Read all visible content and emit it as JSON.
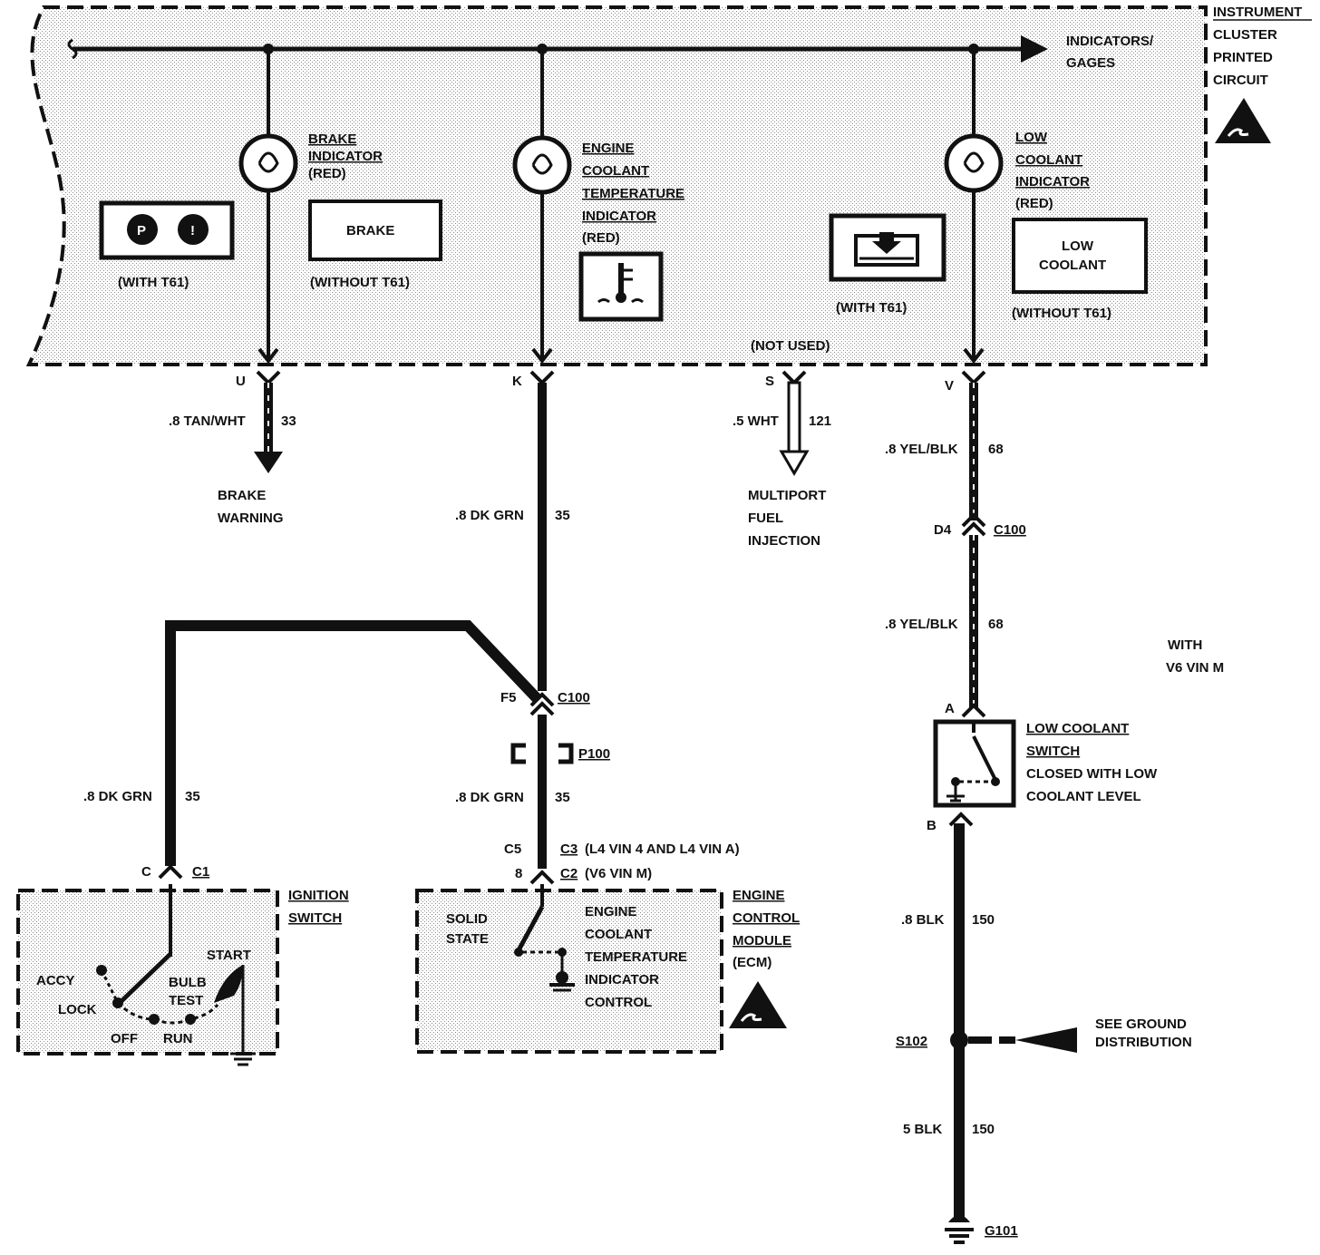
{
  "cluster": {
    "title_lines": [
      "INSTRUMENT",
      "CLUSTER",
      "PRINTED",
      "CIRCUIT"
    ],
    "bus_label_lines": [
      "INDICATORS/",
      "GAGES"
    ],
    "brake": {
      "name_lines": [
        "BRAKE",
        "INDICATOR"
      ],
      "color": "(RED)",
      "with_label": "(WITH T61)",
      "without_box": "BRAKE",
      "without_label": "(WITHOUT T61)"
    },
    "coolant_temp": {
      "name_lines": [
        "ENGINE",
        "COOLANT",
        "TEMPERATURE",
        "INDICATOR"
      ],
      "color": "(RED)"
    },
    "not_used": "(NOT USED)",
    "low_coolant": {
      "name_lines": [
        "LOW",
        "COOLANT",
        "INDICATOR"
      ],
      "color": "(RED)",
      "with_label": "(WITH T61)",
      "without_box_lines": [
        "LOW",
        "COOLANT"
      ],
      "without_label": "(WITHOUT T61)"
    }
  },
  "terminals": {
    "U": "U",
    "K": "K",
    "S": "S",
    "V": "V"
  },
  "wires": {
    "brake": {
      "gauge_color": ".8 TAN/WHT",
      "circuit": "33",
      "dest_lines": [
        "BRAKE",
        "WARNING"
      ]
    },
    "ect_upper": {
      "gauge_color": ".8 DK GRN",
      "circuit": "35"
    },
    "mfi": {
      "gauge_color": ".5 WHT",
      "circuit": "121",
      "dest_lines": [
        "MULTIPORT",
        "FUEL",
        "INJECTION"
      ]
    },
    "lc_upper": {
      "gauge_color": ".8 YEL/BLK",
      "circuit": "68"
    },
    "lc_lower": {
      "gauge_color": ".8 YEL/BLK",
      "circuit": "68"
    },
    "ign": {
      "gauge_color": ".8 DK GRN",
      "circuit": "35"
    },
    "ect_lower": {
      "gauge_color": ".8 DK GRN",
      "circuit": "35"
    },
    "gnd_upper": {
      "gauge_color": ".8 BLK",
      "circuit": "150"
    },
    "gnd_lower": {
      "gauge_color": "5 BLK",
      "circuit": "150"
    }
  },
  "connectors": {
    "d4": "D4",
    "c100_a": "C100",
    "f5": "F5",
    "c100_b": "C100",
    "p100": "P100",
    "c5": "C5",
    "c3": "C3",
    "c3_note": "(L4 VIN 4 AND L4 VIN A)",
    "pin8": "8",
    "c2": "C2",
    "c2_note": "(V6 VIN M)",
    "c": "C",
    "c1": "C1",
    "a": "A",
    "b": "B"
  },
  "with_v6_lines": [
    "WITH",
    "V6 VIN M"
  ],
  "low_coolant_switch": {
    "lines": [
      "LOW COOLANT",
      "SWITCH",
      "CLOSED WITH LOW",
      "COOLANT LEVEL"
    ]
  },
  "ignition_switch": {
    "title_lines": [
      "IGNITION",
      "SWITCH"
    ],
    "positions": {
      "accy": "ACCY",
      "lock": "LOCK",
      "off": "OFF",
      "run": "RUN",
      "bulb": "BULB",
      "test": "TEST",
      "start": "START"
    }
  },
  "ecm": {
    "title_lines": [
      "ENGINE",
      "CONTROL",
      "MODULE",
      "(ECM)"
    ],
    "solid_state_lines": [
      "SOLID",
      "STATE"
    ],
    "control_lines": [
      "ENGINE",
      "COOLANT",
      "TEMPERATURE",
      "INDICATOR",
      "CONTROL"
    ]
  },
  "splice": "S102",
  "ground_dist_lines": [
    "SEE GROUND",
    "DISTRIBUTION"
  ],
  "ground": "G101"
}
